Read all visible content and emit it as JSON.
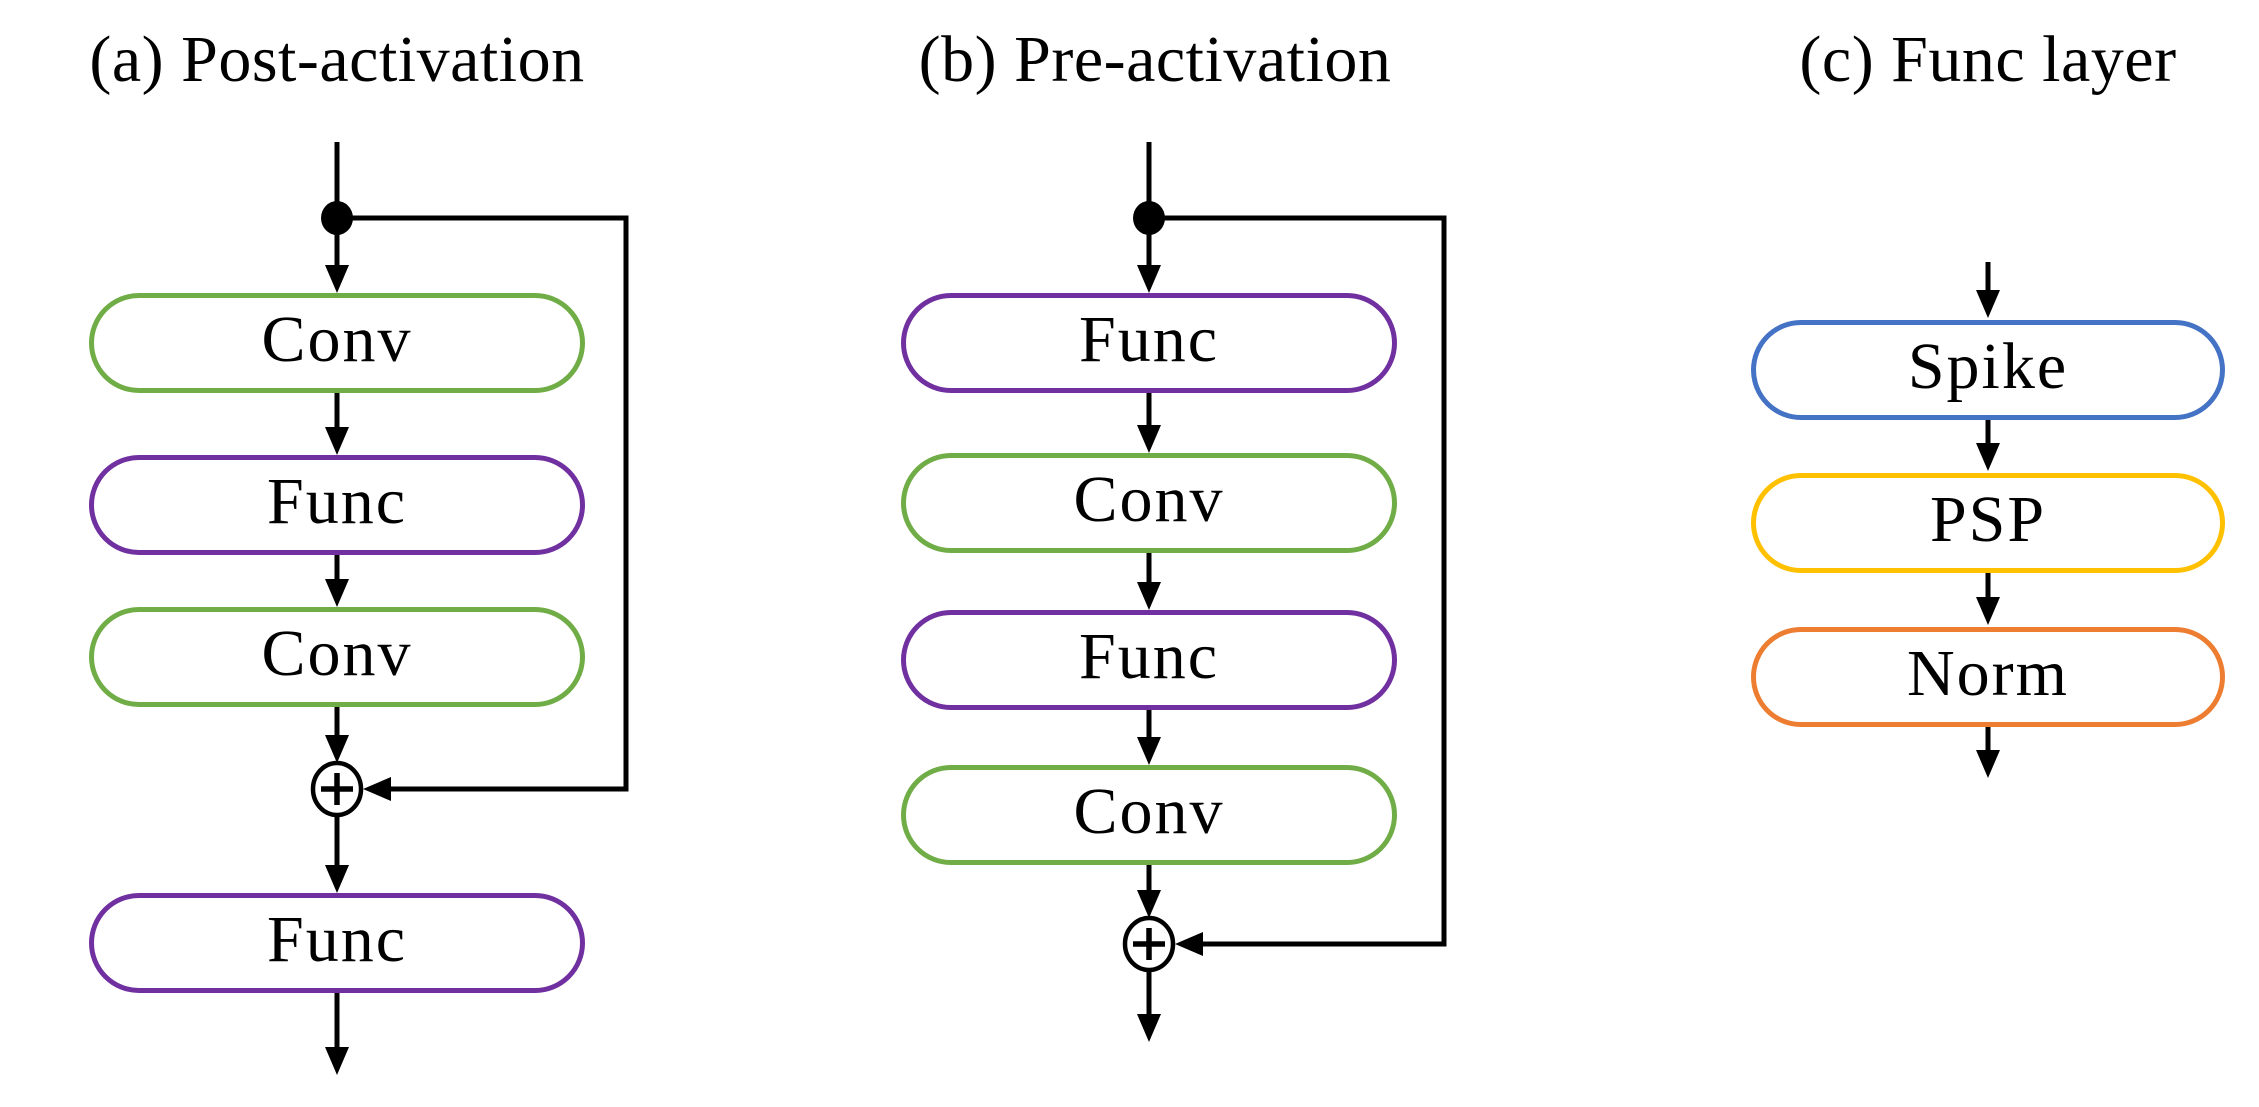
{
  "figure": {
    "background": "#ffffff",
    "wire_color": "#000000",
    "junction_icon": "plus-in-circle",
    "branch_icon": "filled-dot"
  },
  "colors": {
    "conv_green": "#70AD47",
    "func_purple": "#7030A0",
    "spike_blue": "#4472C4",
    "psp_gold": "#FFC000",
    "norm_orange": "#ED7D31"
  },
  "diagrams": [
    {
      "id": "a",
      "title": "(a) Post-activation",
      "boxes": [
        {
          "label": "Conv",
          "color": "#70AD47"
        },
        {
          "label": "Func",
          "color": "#7030A0"
        },
        {
          "label": "Conv",
          "color": "#70AD47"
        },
        {
          "label": "Func",
          "color": "#7030A0"
        }
      ],
      "has_residual_skip": true
    },
    {
      "id": "b",
      "title": "(b) Pre-activation",
      "boxes": [
        {
          "label": "Func",
          "color": "#7030A0"
        },
        {
          "label": "Conv",
          "color": "#70AD47"
        },
        {
          "label": "Func",
          "color": "#7030A0"
        },
        {
          "label": "Conv",
          "color": "#70AD47"
        }
      ],
      "has_residual_skip": true
    },
    {
      "id": "c",
      "title": "(c) Func layer",
      "boxes": [
        {
          "label": "Spike",
          "color": "#4472C4"
        },
        {
          "label": "PSP",
          "color": "#FFC000"
        },
        {
          "label": "Norm",
          "color": "#ED7D31"
        }
      ],
      "has_residual_skip": false
    }
  ]
}
